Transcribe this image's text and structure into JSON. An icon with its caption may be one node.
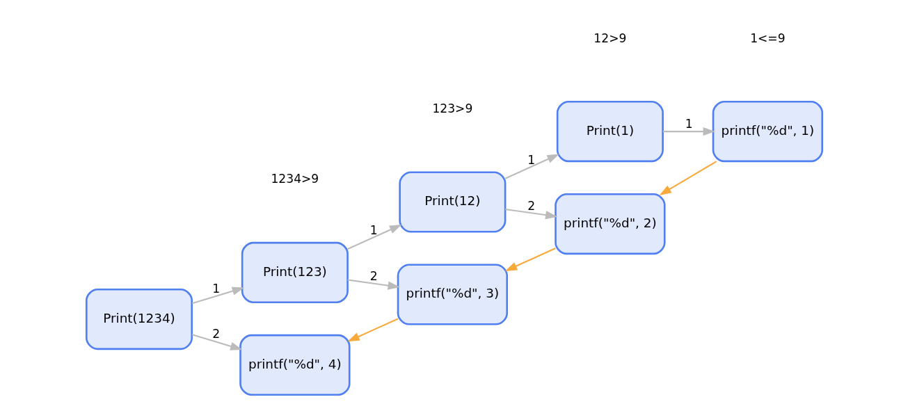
{
  "diagram": {
    "nodes": [
      {
        "text": [
          "Print(1234)"
        ]
      },
      {
        "text": [
          "Print(123)"
        ]
      },
      {
        "text": [
          "printf(\"%d\", 4)"
        ]
      },
      {
        "text": [
          "Print(12)"
        ]
      },
      {
        "text": [
          "printf(\"%d\", 3)"
        ]
      },
      {
        "text": [
          "Print(1)"
        ]
      },
      {
        "text": [
          "printf(\"%d\", 2)"
        ]
      },
      {
        "text": [
          "printf(\"%d\", 1)"
        ]
      }
    ],
    "edges": [
      {
        "from": 0,
        "to": 1,
        "arrow": "to",
        "label": "1"
      },
      {
        "from": 0,
        "to": 2,
        "arrow": "to",
        "label": "2"
      },
      {
        "from": 1,
        "to": 3,
        "arrow": "to",
        "label": "1"
      },
      {
        "from": 1,
        "to": 4,
        "arrow": "to",
        "label": "2"
      },
      {
        "from": 3,
        "to": 5,
        "arrow": "to",
        "label": "1"
      },
      {
        "from": 3,
        "to": 6,
        "arrow": "to",
        "label": "2"
      },
      {
        "from": 5,
        "to": 7,
        "arrow": "to",
        "label": "1"
      },
      {
        "from": 7,
        "to": 6,
        "arrow": "to",
        "color": "#f7a93b"
      },
      {
        "from": 6,
        "to": 4,
        "arrow": "to",
        "color": "#f7a93b"
      },
      {
        "from": 4,
        "to": 2,
        "arrow": "to",
        "color": "#f7a93b"
      }
    ],
    "labels": [
      "1234>9",
      "123>9",
      "12>9",
      "1<=9"
    ]
  }
}
